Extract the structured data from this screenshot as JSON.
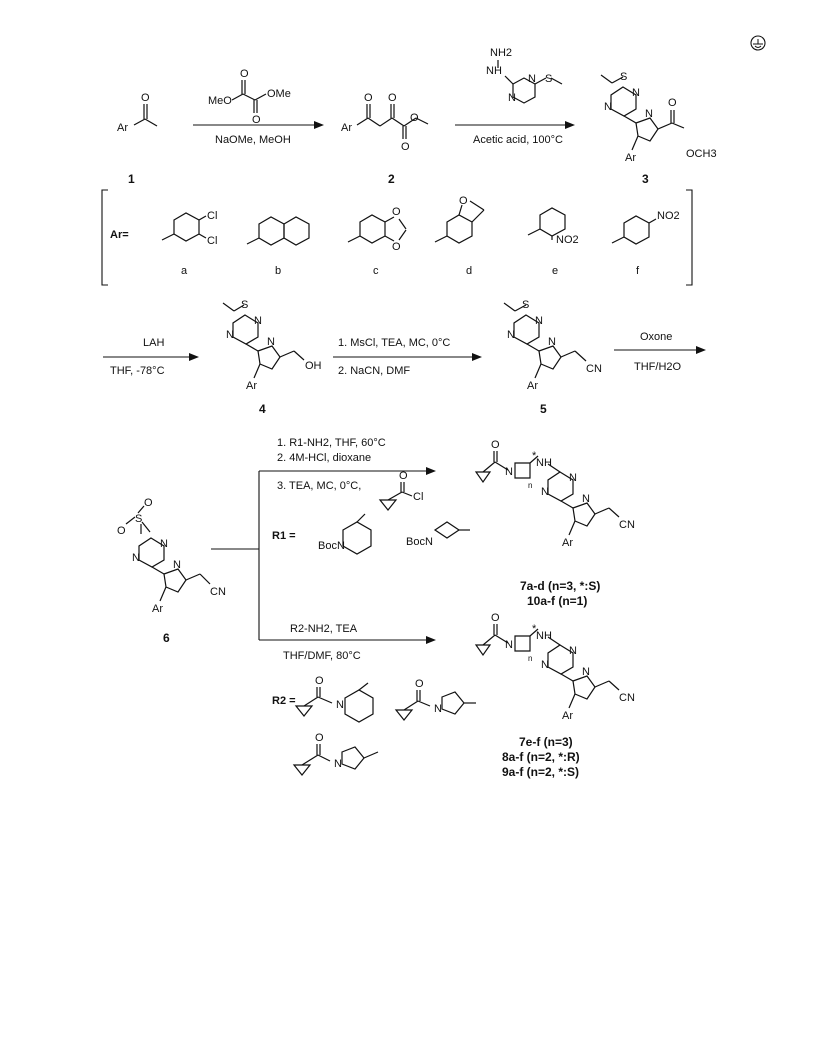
{
  "page": {
    "corner_icon": "circle-arrow-icon"
  },
  "compounds": {
    "c1": "1",
    "c2": "2",
    "c3": "3",
    "c4": "4",
    "c5": "5",
    "c6": "6",
    "c7": "7a-d (n=3, *:S)",
    "c10": "10a-f (n=1)",
    "c7ef": "7e-f (n=3)",
    "c8": "8a-f (n=2, *:R)",
    "c9": "9a-f (n=2, *:S)"
  },
  "reagents": {
    "r1_below": "NaOMe, MeOH",
    "r1_MeO": "MeO",
    "r1_OMe": "OMe",
    "r2_below": "Acetic acid, 100°C",
    "r3_above": "LAH",
    "r3_below": "THF, -78°C",
    "r4_line1": "1. MsCl, TEA, MC, 0°C",
    "r4_line2": "2. NaCN, DMF",
    "r5_above": "Oxone",
    "r5_below": "THF/H2O",
    "r6_line1": "1. R1-NH2, THF, 60°C",
    "r6_line2": "2. 4M-HCl, dioxane",
    "r6_line3": "3. TEA, MC, 0°C,",
    "r7_above": "R2-NH2, TEA",
    "r7_below": "THF/DMF, 80°C"
  },
  "ar_table": {
    "label": "Ar=",
    "entries": [
      {
        "letter": "a",
        "subst": "Cl",
        "subst2": "Cl"
      },
      {
        "letter": "b"
      },
      {
        "letter": "c",
        "subst": "O",
        "subst2": "O"
      },
      {
        "letter": "d",
        "subst": "O"
      },
      {
        "letter": "e",
        "subst": "NO2"
      },
      {
        "letter": "f",
        "subst": "NO2"
      }
    ]
  },
  "labels": {
    "Ar": "Ar",
    "O": "O",
    "N": "N",
    "S": "S",
    "NH": "NH",
    "NH2": "NH2",
    "OH": "OH",
    "CN": "CN",
    "Cl": "Cl",
    "OCH3": "OCH3",
    "Boc": "BocN",
    "n": "n",
    "star": "*",
    "R1": "R1 =",
    "R2": "R2 ="
  }
}
